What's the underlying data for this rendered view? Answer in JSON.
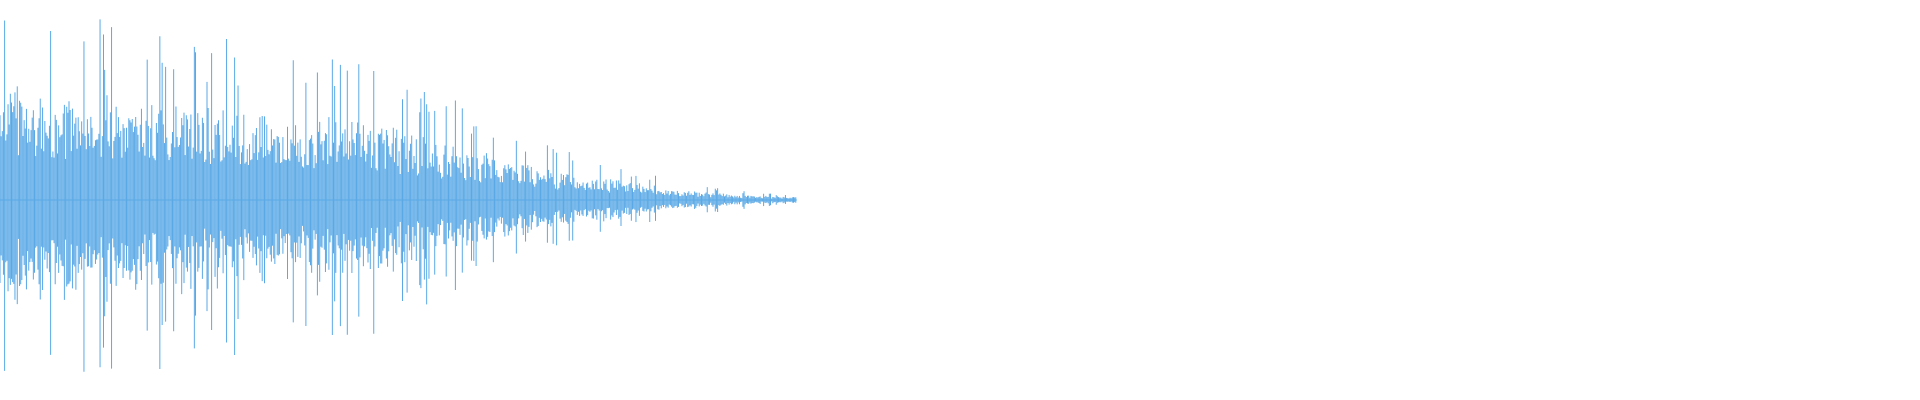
{
  "waveform": {
    "color": "#5aa9e6",
    "background": "#ffffff",
    "active_fraction": 0.415,
    "envelope": {
      "peak_start": 1.0,
      "peak_mid": 0.72,
      "peak_end": 0.03
    }
  }
}
